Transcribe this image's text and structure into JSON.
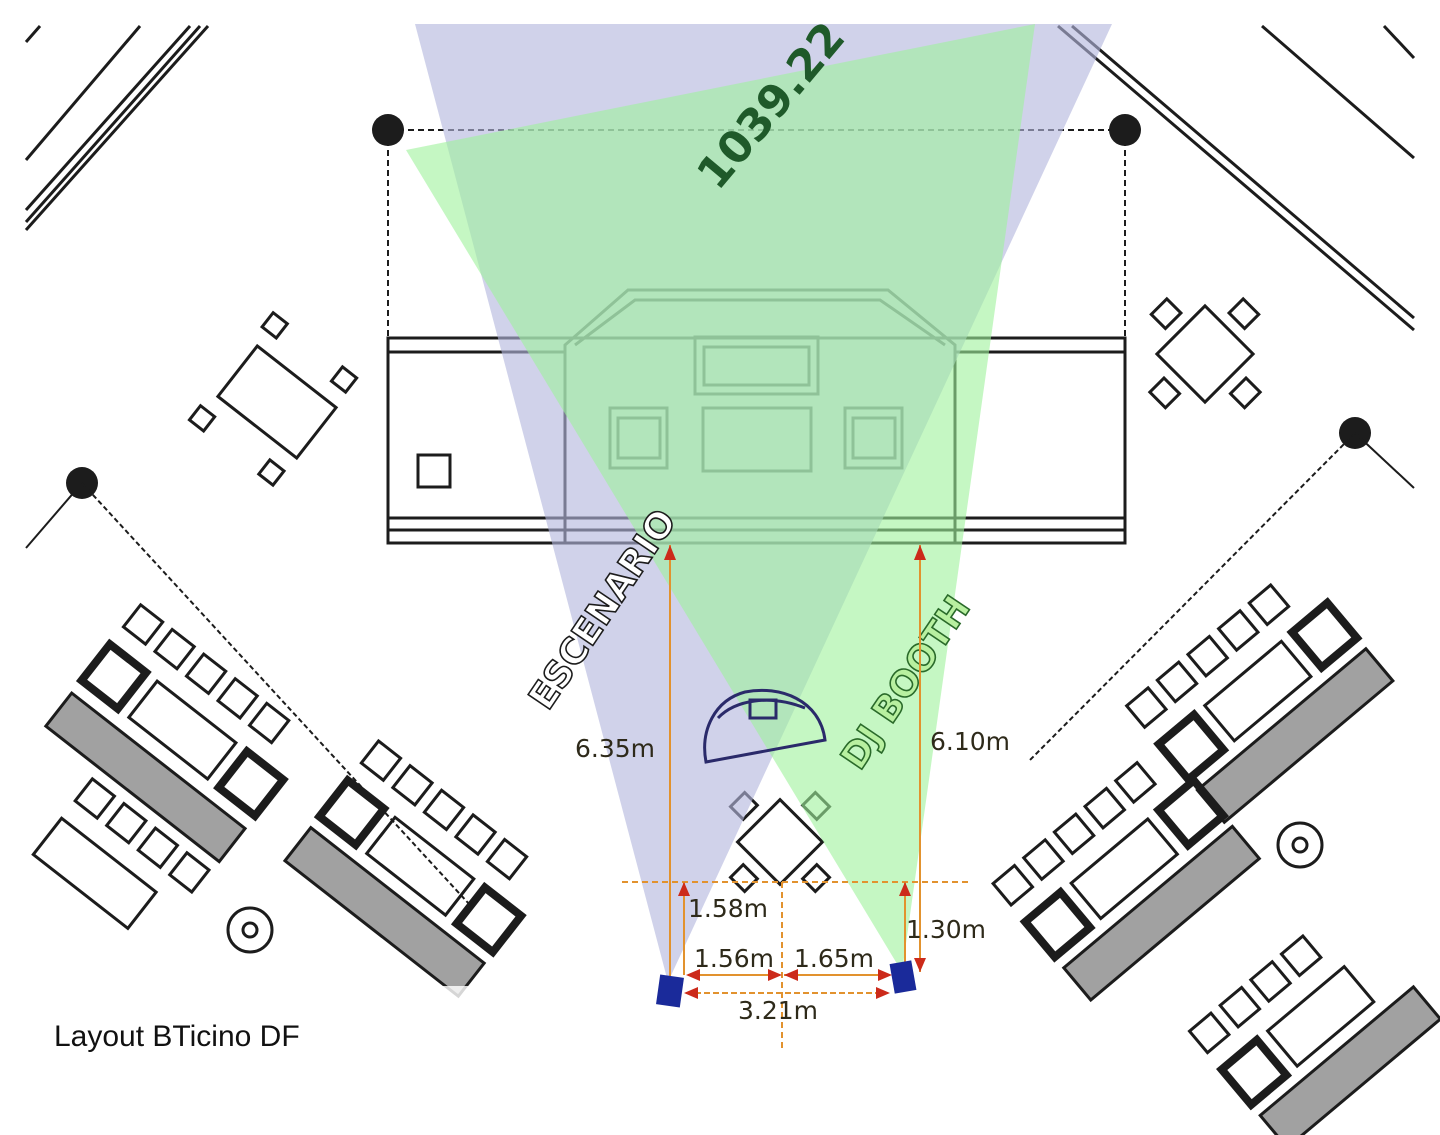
{
  "title": "Layout BTicino DF",
  "stamp_value": "1039.22",
  "zones": {
    "stage": "ESCENARIO",
    "dj": "DJ BOOTH"
  },
  "dimensions": {
    "left_height": "6.35m",
    "right_height": "6.10m",
    "left_offset": "1.58m",
    "right_offset": "1.30m",
    "left_span": "1.56m",
    "right_span": "1.65m",
    "total_span": "3.21m"
  },
  "colors": {
    "cone_left": "#b3b6dd",
    "cone_right": "#9ef29b",
    "camera": "#1a2a9a",
    "dimension_line": "#e2922e",
    "arrow": "#cc2a1a",
    "drawing": "#1c1c1c"
  }
}
